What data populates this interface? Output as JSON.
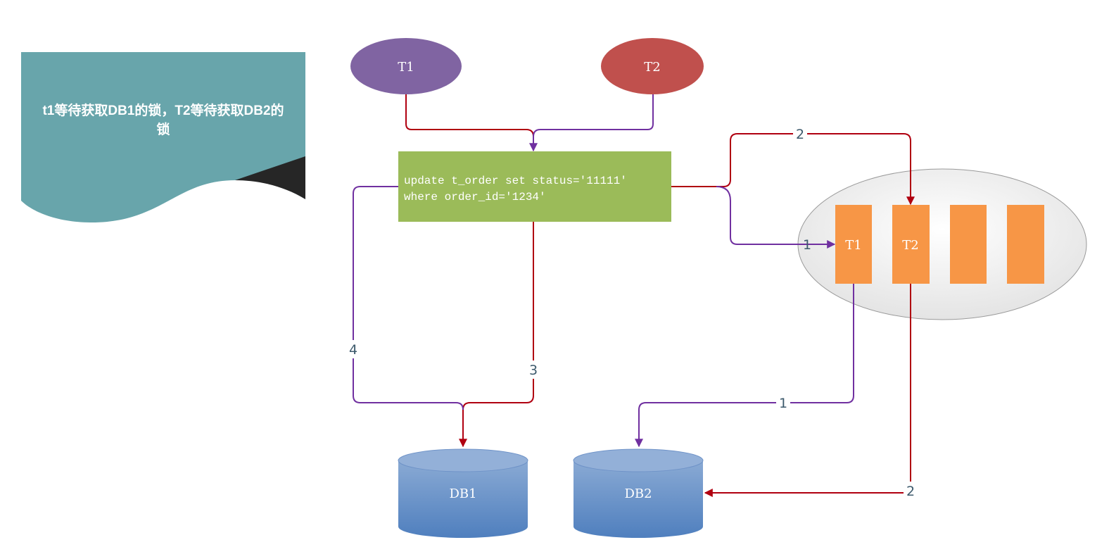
{
  "note": {
    "line1": "t1等待获取DB1的锁，T2等待获取DB2的",
    "line2": "锁"
  },
  "threads": {
    "t1": "T1",
    "t2": "T2"
  },
  "sql": {
    "line1": "update t_order set status='11111'",
    "line2": "where order_id='1234'"
  },
  "queue": {
    "slot1": "T1",
    "slot2": "T2",
    "slot3": "",
    "slot4": ""
  },
  "databases": {
    "db1": "DB1",
    "db2": "DB2"
  },
  "edge_labels": {
    "sql_to_queue_t2": "2",
    "sql_to_queue_t1": "1",
    "sql_to_db1_3": "3",
    "sql_to_db1_4": "4",
    "queue_t1_to_db2": "1",
    "queue_t2_to_db2": "2"
  },
  "colors": {
    "note": "#68a5ab",
    "thread_t1": "#8064a2",
    "thread_t2": "#c0504d",
    "sql_box": "#9bbb59",
    "queue_slot": "#f79646",
    "database": "#5b87c4",
    "edge_red": "#b00010",
    "edge_purple": "#7030a0"
  }
}
